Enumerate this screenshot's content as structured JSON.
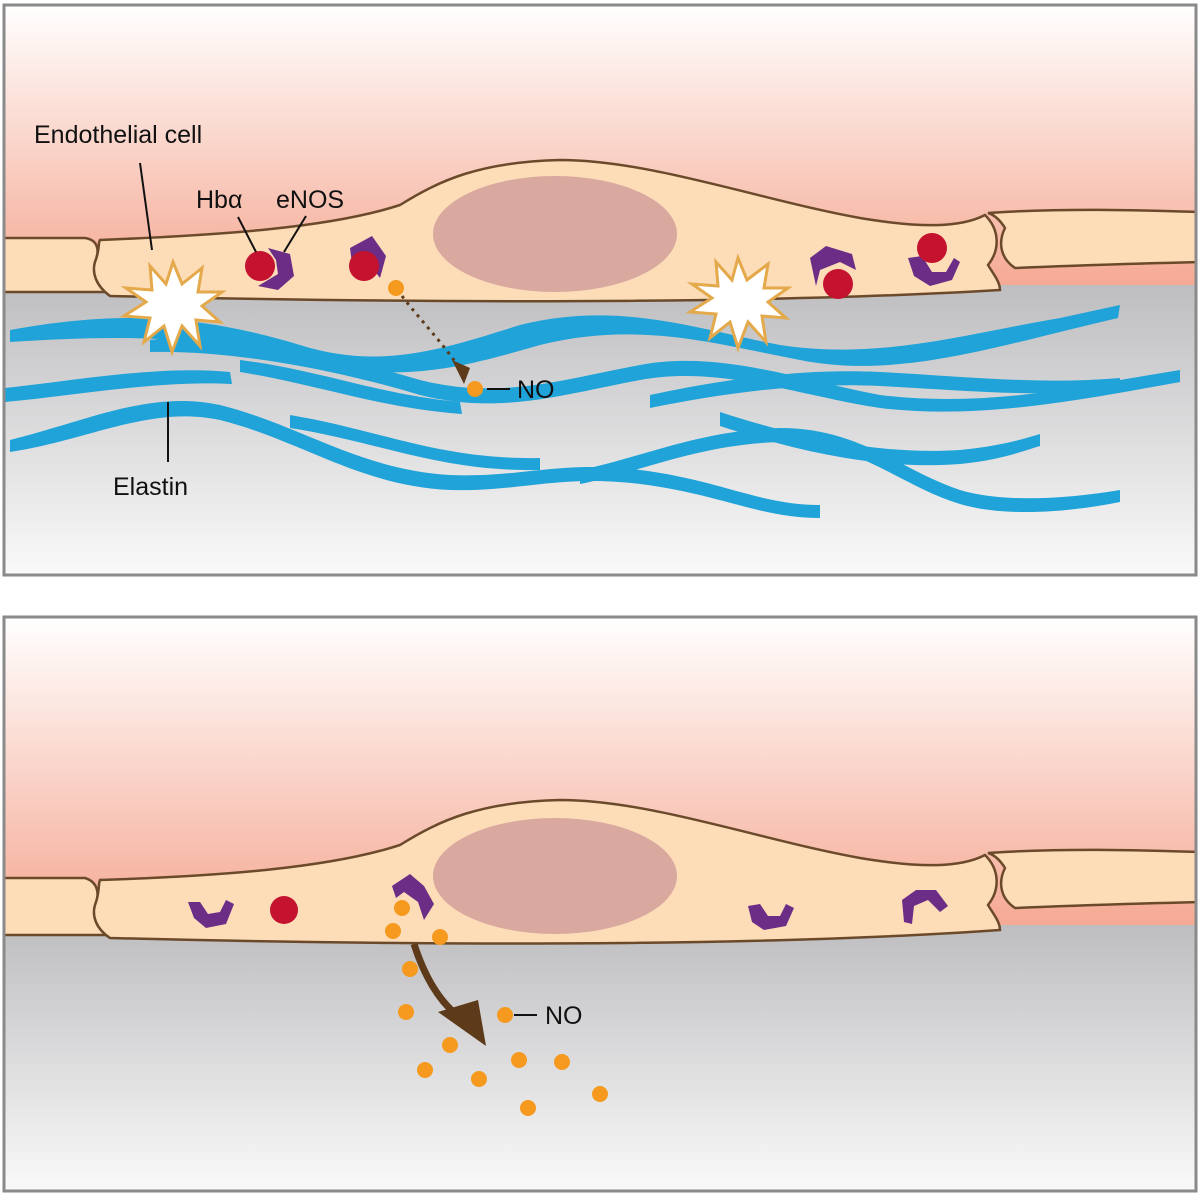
{
  "labels": {
    "endothelial_cell": "Endothelial cell",
    "hb_alpha": "Hbα",
    "enos": "eNOS",
    "elastin": "Elastin",
    "no_top": "NO",
    "no_bottom": "NO"
  },
  "colors": {
    "frame": "#8a8a8a",
    "blood_top": "#f7b9a3",
    "blood_fade": "#ffffff",
    "tissue_top": "#bfbfc2",
    "tissue_fade": "#fafafa",
    "cell_fill": "#fddcb8",
    "cell_stroke": "#6b4a2b",
    "nucleus": "#d9a9a0",
    "hb_alpha": "#c4122f",
    "enos": "#6b2d86",
    "nitric_oxide": "#f59a1e",
    "elastin": "#1fa3d8",
    "gap_junction": "#e3a94a",
    "arrow_strong": "#5c3a1a"
  }
}
